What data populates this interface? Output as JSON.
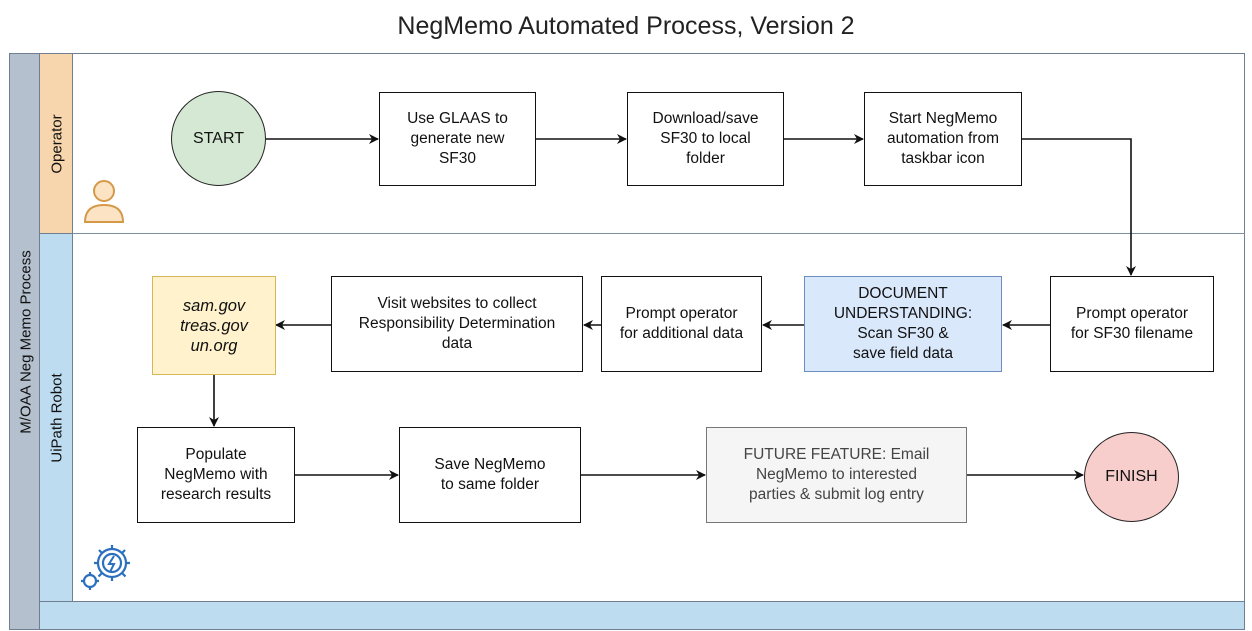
{
  "title": "NegMemo Automated Process, Version 2",
  "pool": {
    "label": "M/OAA Neg Memo Process"
  },
  "lanes": {
    "operator": "Operator",
    "robot": "UiPath Robot"
  },
  "nodes": {
    "start": "START",
    "glaas": "Use GLAAS to\ngenerate new\nSF30",
    "download": "Download/save\nSF30 to local\nfolder",
    "start_automation": "Start NegMemo\nautomation from\ntaskbar icon",
    "prompt_filename": "Prompt operator\nfor SF30 filename",
    "document_understanding": "DOCUMENT\nUNDERSTANDING:\nScan SF30 &\nsave field data",
    "prompt_additional": "Prompt operator\nfor additional data",
    "visit_websites": "Visit websites to collect\nResponsibility Determination\ndata",
    "websites": "sam.gov\ntreas.gov\nun.org",
    "populate": "Populate\nNegMemo with\nresearch results",
    "save": "Save NegMemo\nto same folder",
    "future": "FUTURE FEATURE: Email\nNegMemo to interested\nparties & submit log entry",
    "finish": "FINISH"
  },
  "icons": {
    "operator": "user-icon",
    "robot": "robot-gear-icon"
  },
  "colors": {
    "start_fill": "#d5e8d4",
    "finish_fill": "#f8cecc",
    "operator_lane": "#f8d6ad",
    "robot_lane": "#bddcf0",
    "pool_bar": "#b4c0cd",
    "doc_understanding_fill": "#dae8fc",
    "websites_fill": "#fff2cc",
    "future_fill": "#f5f5f5"
  }
}
